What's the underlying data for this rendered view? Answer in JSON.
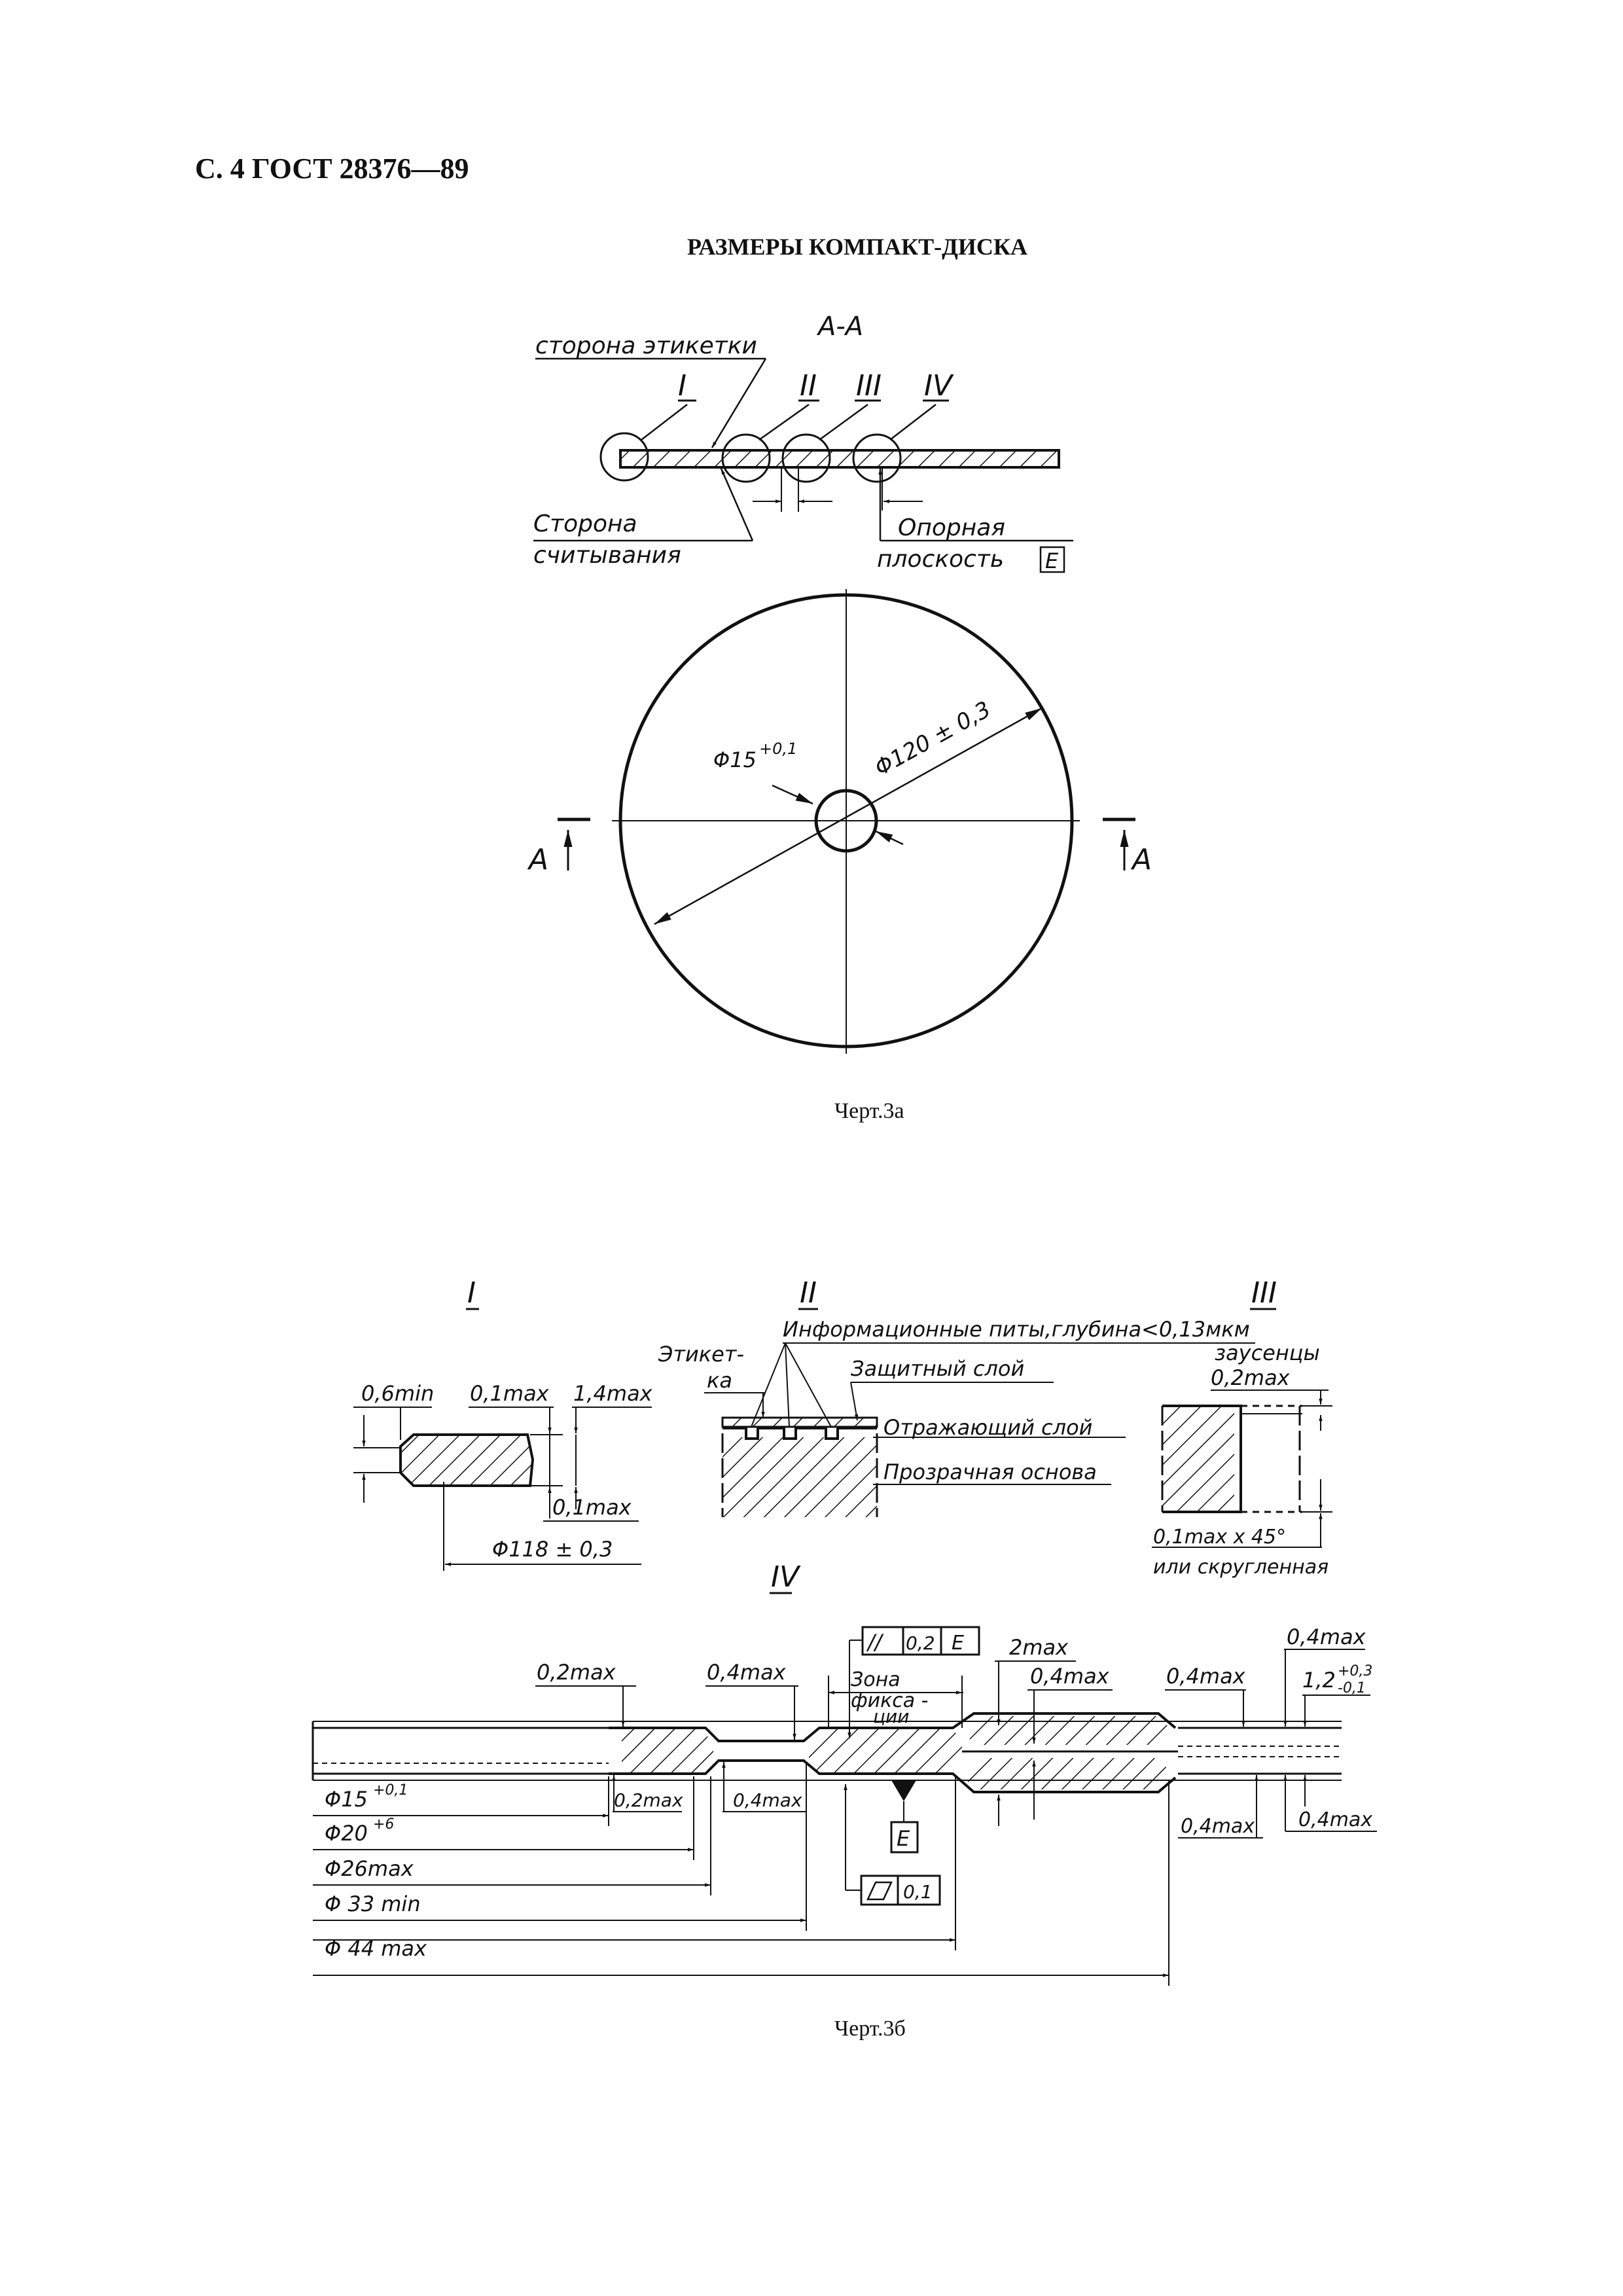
{
  "header": {
    "page_ref": "С. 4 ГОСТ 28376—89",
    "title": "РАЗМЕРЫ КОМПАКТ-ДИСКА"
  },
  "fig3a": {
    "section_title": "А-А",
    "section_marks": [
      "А",
      "А"
    ],
    "detail_marks": [
      "I",
      "II",
      "III",
      "IV"
    ],
    "label_side": "сторона этикетки",
    "read_side_1": "Сторона",
    "read_side_2": "считывания",
    "ref_plane_1": "Опорная",
    "ref_plane_2": "плоскость",
    "datum": "E",
    "dim_hole": "Φ15",
    "dim_hole_tol": "+0,1",
    "dim_outer": "Φ120 ± 0,3",
    "caption": "Черт.3а"
  },
  "fig3b": {
    "detail_I": {
      "mark": "I",
      "dim_a": "0,6min",
      "dim_b": "0,1max",
      "dim_c": "1,4max",
      "dim_d": "0,1max",
      "dim_e": "Φ118 ± 0,3"
    },
    "detail_II": {
      "mark": "II",
      "pits": "Информационные питы,глубина<0,13мкм",
      "label_1": "Этикет-",
      "label_2": "ка",
      "protect": "Защитный слой",
      "reflect": "Отражающий слой",
      "base": "Прозрачная основа"
    },
    "detail_III": {
      "mark": "III",
      "burrs": "заусенцы",
      "dim_a": "0,2max",
      "dim_b": "0,1max x 45°",
      "dim_c": "или скругленная"
    },
    "detail_IV": {
      "mark": "IV",
      "parallel_sym": "//",
      "parallel_tol": "0,2",
      "datum": "E",
      "flat_tol": "0,1",
      "zone_1": "Зона",
      "zone_2": "фикса -",
      "zone_3": "ции",
      "d_2max": "2max",
      "d_02a": "0,2max",
      "d_04a": "0,4max",
      "d_04b": "0,4max",
      "d_04c": "0,4max",
      "d_04top": "0,4max",
      "d_12": "1,2",
      "d_12_tol_up": "+0,3",
      "d_12_tol_dn": "-0,1",
      "d_02b": "0,2max",
      "d_04d": "0,4max",
      "d_04e": "0,4max",
      "d_04f": "0,4max",
      "phi15": "Φ15",
      "phi15_tol": "+0,1",
      "phi20": "Φ20",
      "phi20_tol": "+6",
      "phi26": "Φ26max",
      "phi33": "Φ 33 min",
      "phi44": "Φ 44 max"
    },
    "caption": "Черт.3б"
  }
}
